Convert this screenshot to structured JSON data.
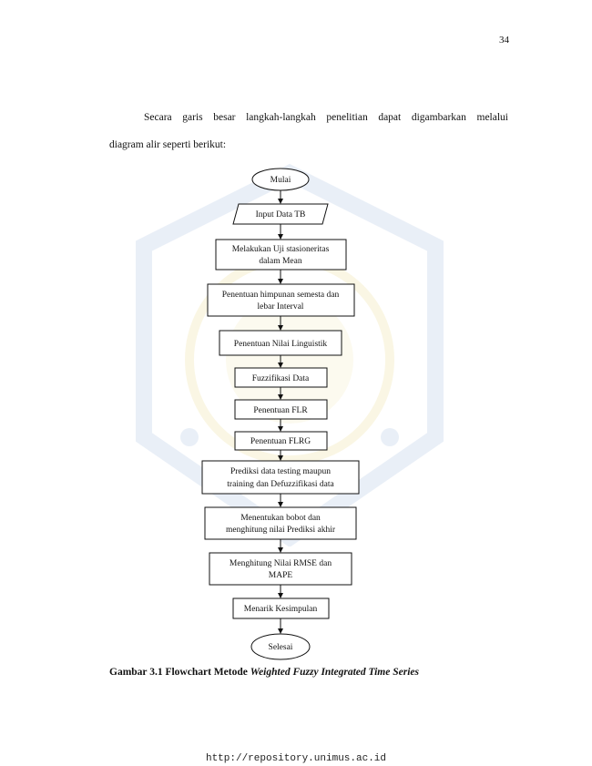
{
  "page_number": "34",
  "paragraph": {
    "line1": "Secara garis besar langkah-langkah penelitian dapat digambarkan melalui",
    "line2": "diagram alir seperti berikut:"
  },
  "flowchart": {
    "start": "Mulai",
    "input": "Input Data TB",
    "steps": [
      [
        "Melakukan Uji stasioneritas",
        "dalam Mean"
      ],
      [
        "Penentuan himpunan semesta dan",
        "lebar Interval"
      ],
      [
        "Penentuan Nilai Linguistik"
      ],
      [
        "Fuzzifikasi Data"
      ],
      [
        "Penentuan FLR"
      ],
      [
        "Penentuan FLRG"
      ],
      [
        "Prediksi data testing maupun",
        "training dan Defuzzifikasi data"
      ],
      [
        "Menentukan bobot dan",
        "menghitung nilai Prediksi akhir"
      ],
      [
        "Menghitung Nilai RMSE dan",
        "MAPE"
      ],
      [
        "Menarik Kesimpulan"
      ]
    ],
    "end": "Selesai"
  },
  "caption": {
    "prefix": "Gambar 3.1 Flowchart Metode ",
    "italic": "Weighted Fuzzy Integrated Time Series"
  },
  "footer_url": "http://repository.unimus.ac.id",
  "colors": {
    "watermark_blue": "#9fb8dc",
    "watermark_yellow": "#e9d98a"
  }
}
